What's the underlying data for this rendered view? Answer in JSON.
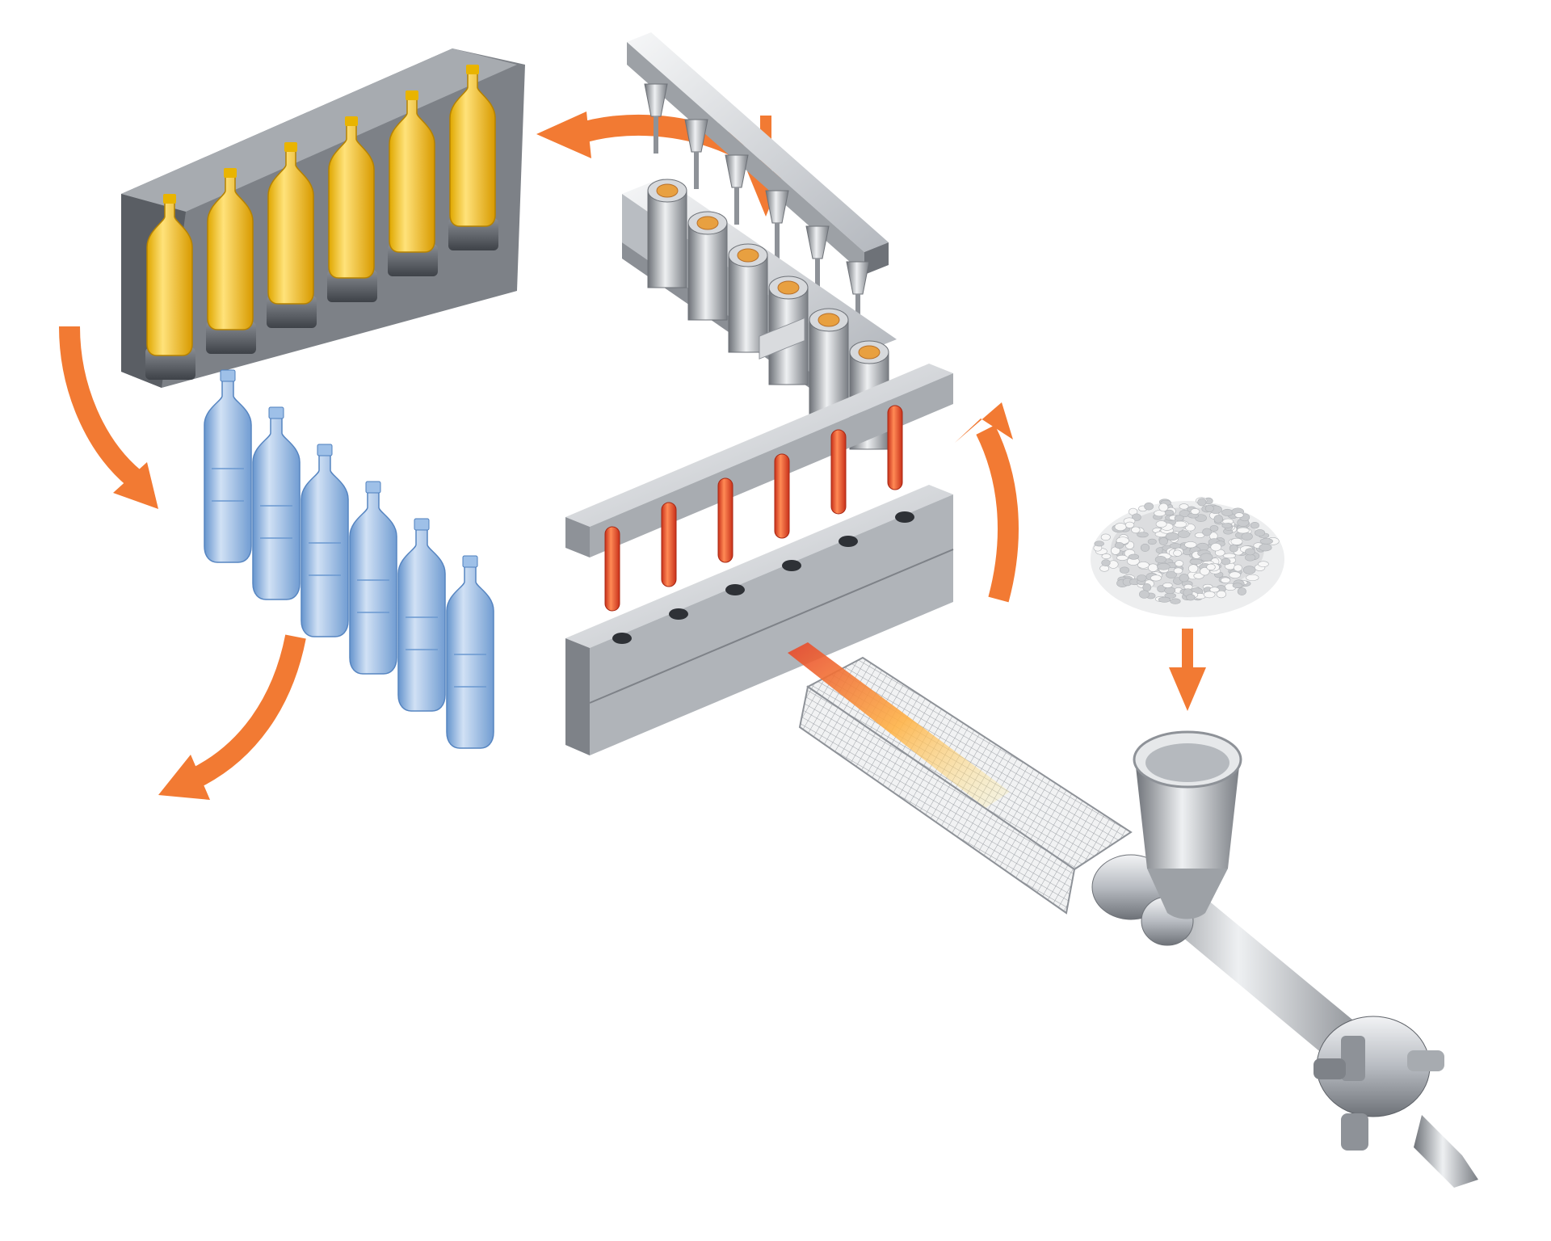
{
  "diagram": {
    "kind": "injection-stretch-blow-molding-process",
    "labels": [],
    "colors": {
      "arrow": "#F27A33",
      "steel_light": "#E4E6E9",
      "steel_mid": "#A9ADB3",
      "steel_dark": "#5E6268",
      "preform_red": "#E8452A",
      "bottle_amber": "#F5C51C",
      "bottle_blue": "#8DB4E2",
      "pellets": "#E6E6E6",
      "background": "#FFFFFF"
    },
    "stages": [
      {
        "name": "pellets",
        "icon": "pellet-pile-icon"
      },
      {
        "name": "hopper",
        "icon": "hopper-icon"
      },
      {
        "name": "extruder-screw",
        "icon": "screw-barrel-icon"
      },
      {
        "name": "preform-mold",
        "icon": "preform-mold-icon"
      },
      {
        "name": "conditioning-station",
        "icon": "nozzle-rail-icon"
      },
      {
        "name": "blow-mold",
        "icon": "blow-mold-icon"
      },
      {
        "name": "finished-bottles",
        "icon": "bottle-icon"
      }
    ],
    "counts": {
      "amber_bottles": 6,
      "blue_bottles": 6,
      "preforms": 6,
      "nozzles": 6
    }
  }
}
